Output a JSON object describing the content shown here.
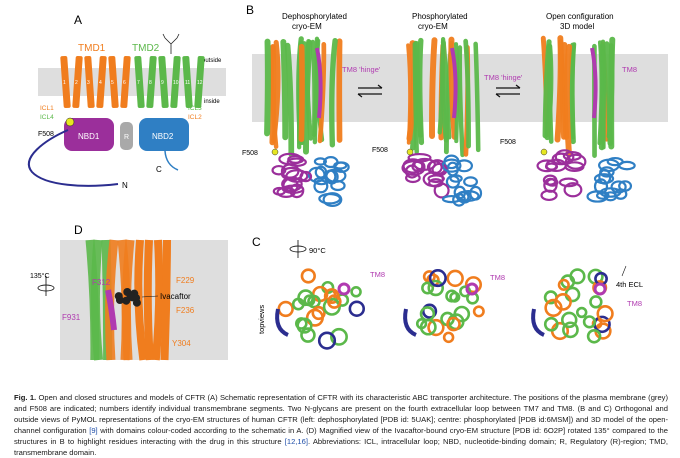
{
  "panels": {
    "a": {
      "letter": "A",
      "tmd1": "TMD1",
      "tmd2": "TMD2",
      "outside": "outside",
      "inside": "inside",
      "icl1": "ICL1",
      "icl4": "ICL4",
      "icl3": "ICL3",
      "icl2": "ICL2",
      "f508": "F508",
      "nbd1": "NBD1",
      "r": "R",
      "nbd2": "NBD2",
      "c": "C",
      "n": "N",
      "tm_numbers_tmd1": [
        "1",
        "2",
        "3",
        "4",
        "5",
        "6"
      ],
      "tm_numbers_tmd2": [
        "7",
        "8",
        "9",
        "10",
        "11",
        "12"
      ]
    },
    "b": {
      "letter": "B",
      "col1_line1": "Dephosphorylated",
      "col1_line2": "cryo-EM",
      "col2_line1": "Phosphorylated",
      "col2_line2": "cryo-EM",
      "col3_line1": "Open configuration",
      "col3_line2": "3D model",
      "hinge1": "TM8 'hinge'",
      "hinge2": "TM8 'hinge'",
      "tm8": "TM8",
      "f508_1": "F508",
      "f508_2": "F508",
      "f508_3": "F508"
    },
    "c": {
      "letter": "C",
      "rotation": "90°C",
      "side": "topviews",
      "tm8_1": "TM8",
      "tm8_2": "TM8",
      "tm8_3": "TM8",
      "ecl": "4th ECL"
    },
    "d": {
      "letter": "D",
      "rotation": "135°C",
      "f312": "F312",
      "f229": "F229",
      "ivacaftor": "Ivacaftor",
      "f931": "F931",
      "f236": "F236",
      "y304": "Y304"
    }
  },
  "caption": {
    "fig_label": "Fig. 1.",
    "text_1": " Open and closed structures and models of CFTR (A) Schematic representation of CFTR with its characteristic ABC transporter architecture. The positions of the plasma membrane (grey) and F508 are indicated; numbers identify individual transmembrane segments. Two N-glycans are present on the fourth extracellular loop between TM7 and TM8. (B and C) Orthogonal and outside views of PyMOL representations of the cryo-EM structures of human CFTR (left: dephosphorylated [PDB id: 5UAK]; centre: phosphorylated [PDB id:6MSM]) and 3D model of the open-channel configuration ",
    "ref_9": "[9]",
    "text_2": " with domains colour-coded according to the schematic in A. (D) Magnified view of the Ivacaftor-bound cryo-EM structure [PDB id: 6O2P] rotated 135° compared to the structures in B to highlight residues interacting with the drug in this structure ",
    "ref_12_16": "[12,16]",
    "text_3": ". Abbreviations: ICL, intracellular loop; NBD, nucleotide-binding domain; R, Regulatory (R)-region; TMD, transmembrane domain."
  },
  "colors": {
    "tmd1": "#f07d1e",
    "tmd2": "#5bb84a",
    "nbd1": "#9b2f9b",
    "nbd2": "#2f7fc4",
    "r_region": "#a9a9a9",
    "membrane": "#dedede",
    "n_term": "#2b2d8f",
    "tm8": "#b03ab0",
    "drug": "#222222"
  }
}
